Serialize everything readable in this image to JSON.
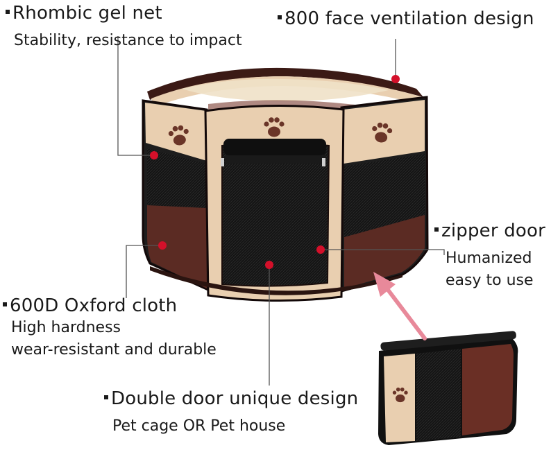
{
  "features": [
    {
      "title": "Rhombic gel net",
      "detail": [
        "Stability, resistance to impact"
      ]
    },
    {
      "title": "800 face ventilation design",
      "detail": []
    },
    {
      "title": "zipper door",
      "detail": [
        "Humanized",
        "easy to use"
      ]
    },
    {
      "title": "600D Oxford cloth",
      "detail": [
        "High hardness",
        "wear-resistant and durable"
      ]
    },
    {
      "title": "Double door unique design",
      "detail": [
        "Pet cage OR Pet house"
      ]
    }
  ],
  "colors": {
    "beige": "#e9cfb0",
    "brown": "#5b2b23",
    "mesh": "#1b1b1b",
    "marker": "#d4102a",
    "arrow": "#e8899a",
    "paw": "#6a3528"
  },
  "icons": [
    "paw-print-icon",
    "callout-marker-icon",
    "pointer-arrow-icon"
  ]
}
